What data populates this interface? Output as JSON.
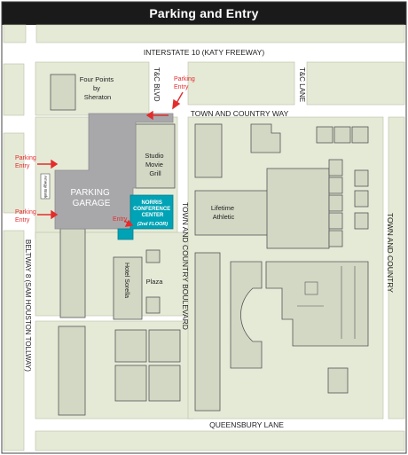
{
  "header": {
    "title": "Parking and Entry"
  },
  "roads": {
    "interstate": "INTERSTATE 10 (KATY FREEWAY)",
    "tc_blvd": "T&C BLVD",
    "tc_lane": "T&C LANE",
    "town_country_way": "TOWN AND COUNTRY WAY",
    "town_country_blvd": "TOWN AND COUNTRY BOULEVARD",
    "town_country_right": "TOWN AND COUNTRY",
    "beltway": "BELTWAY 8 (SAM HOUSTON TOLLWAY)",
    "queensbury": "QUEENSBURY LANE"
  },
  "buildings": {
    "four_points": "Four Points\nby\nSheraton",
    "studio_movie": "Studio\nMovie\nGrill",
    "parking_garage": "PARKING\nGARAGE",
    "norris": "NORRIS\nCONFERENCE\nCENTER",
    "norris_floor": "(2nd FLOOR)",
    "lifetime": "Lifetime\nAthletic",
    "hotel_sorella": "Hotel Sorella",
    "plaza": "Plaza",
    "amegy": "Amegy Bank"
  },
  "markers": {
    "parking_entry": "Parking\nEntry",
    "entry": "Entry"
  },
  "colors": {
    "road": "#ffffff",
    "block": "#e5ead7",
    "building": "#d3d8c4",
    "garage": "#a8a8ab",
    "norris": "#00a3b5",
    "arrow": "#e32c2c",
    "marker_text": "#e32c2c"
  }
}
